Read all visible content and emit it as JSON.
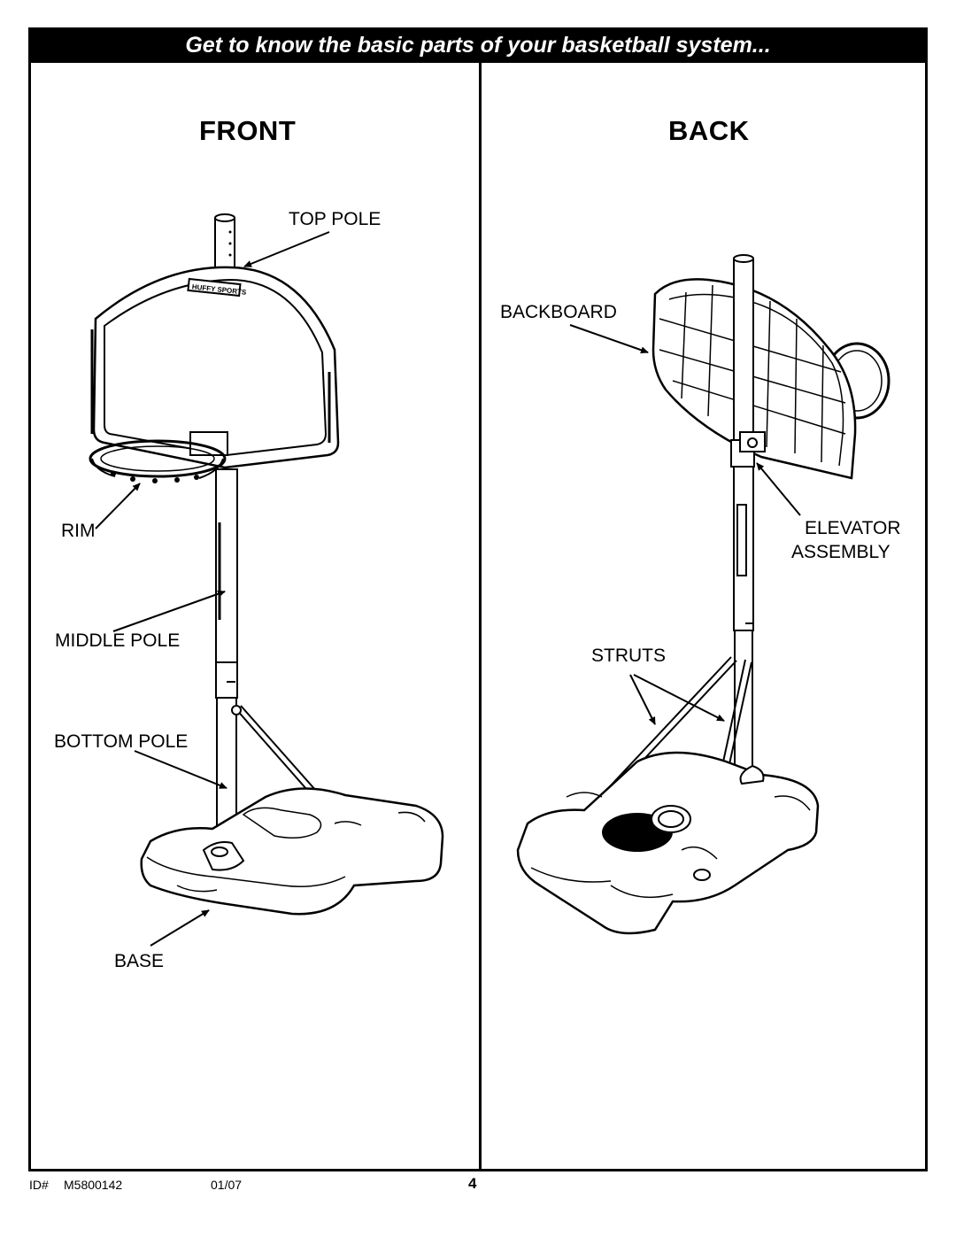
{
  "banner": {
    "title": "Get to know the basic parts of your basketball system..."
  },
  "views": {
    "front": {
      "heading": "FRONT",
      "labels": {
        "top_pole": "TOP POLE",
        "rim": "RIM",
        "middle_pole": "MIDDLE POLE",
        "bottom_pole": "BOTTOM POLE",
        "base": "BASE"
      },
      "logo_text": "HUFFY SPORTS"
    },
    "back": {
      "heading": "BACK",
      "labels": {
        "backboard": "BACKBOARD",
        "elevator_line1": "ELEVATOR",
        "elevator_line2": "ASSEMBLY",
        "struts": "STRUTS"
      }
    }
  },
  "footer": {
    "id_label": "ID#",
    "id_value": "M5800142",
    "date": "01/07",
    "page_number": "4"
  }
}
